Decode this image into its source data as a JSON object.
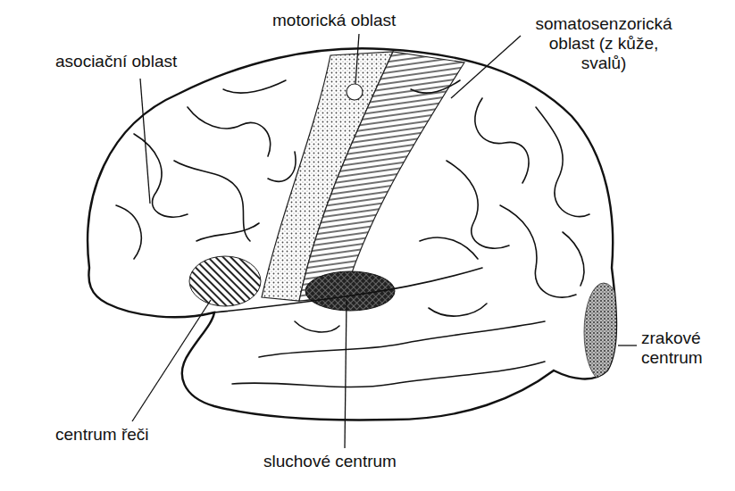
{
  "diagram": {
    "labels": [
      "asociační oblast",
      "motorická oblast",
      "somatosenzorická oblast (z kůže, svalů)",
      "zrakové centrum",
      "centrum řeči",
      "sluchové centrum"
    ]
  }
}
